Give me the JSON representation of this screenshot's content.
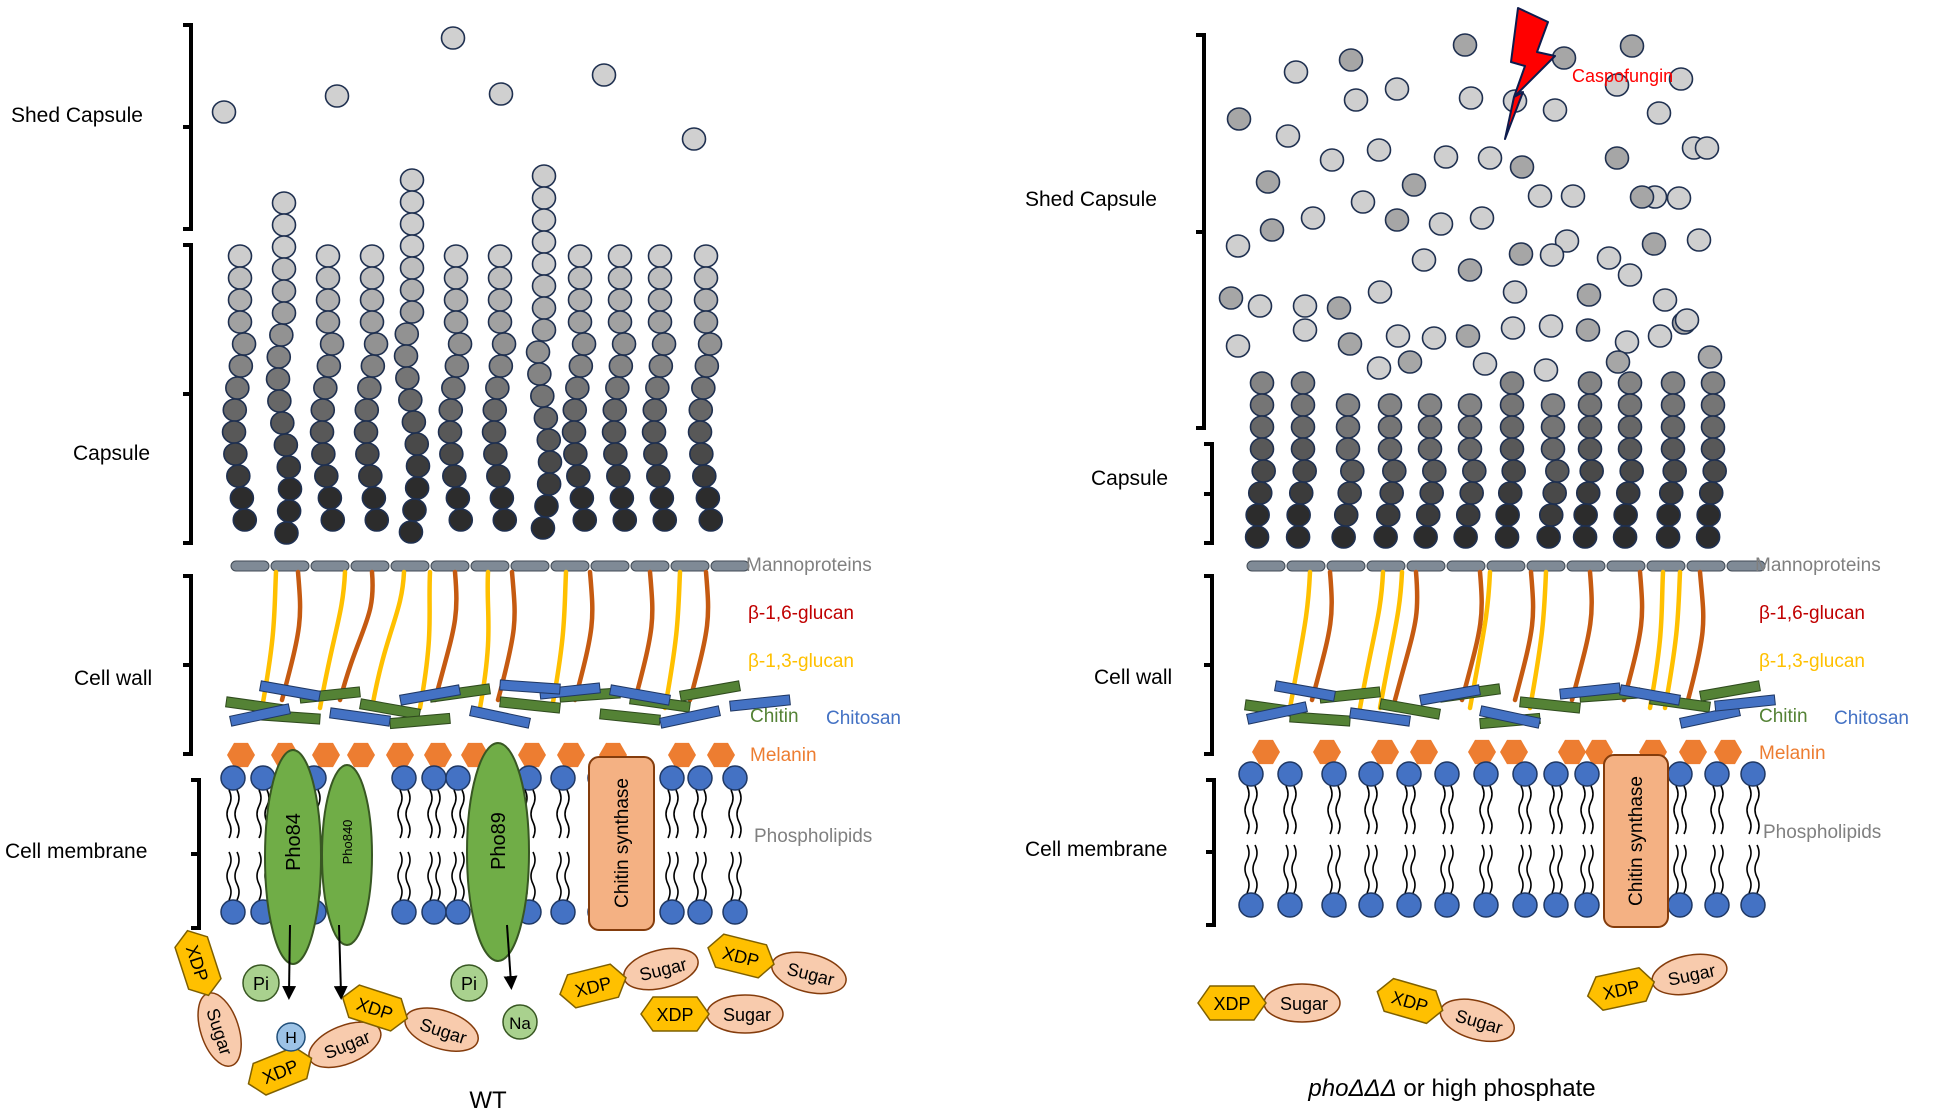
{
  "left_panel": {
    "caption": "WT",
    "layers": {
      "shed_capsule": "Shed Capsule",
      "capsule": "Capsule",
      "cell_wall": "Cell wall",
      "cell_membrane": "Cell membrane"
    },
    "components": {
      "mannoproteins": "Mannoproteins",
      "beta16": "β-1,6-glucan",
      "beta13": "β-1,3-glucan",
      "chitin": "Chitin",
      "chitosan": "Chitosan",
      "melanin": "Melanin",
      "phospholipids": "Phospholipids"
    },
    "transporters": {
      "pho84": "Pho84",
      "pho840": "Pho840",
      "pho89": "Pho89"
    },
    "chitin_synthase": "Chitin synthase",
    "ions": {
      "pi": "Pi",
      "h": "H",
      "na": "Na"
    },
    "xdp": "XDP",
    "sugar": "Sugar"
  },
  "right_panel": {
    "caption_italic": "phoΔΔΔ",
    "caption_rest": " or high phosphate",
    "drug": "Caspofungin",
    "layers": {
      "shed_capsule": "Shed Capsule",
      "capsule": "Capsule",
      "cell_wall": "Cell wall",
      "cell_membrane": "Cell membrane"
    },
    "components": {
      "mannoproteins": "Mannoproteins",
      "beta16": "β-1,6-glucan",
      "beta13": "β-1,3-glucan",
      "chitin": "Chitin",
      "chitosan": "Chitosan",
      "melanin": "Melanin",
      "phospholipids": "Phospholipids"
    },
    "chitin_synthase": "Chitin synthase",
    "xdp": "XDP",
    "sugar": "Sugar"
  },
  "colors": {
    "shed_ball": "#d0d0d0",
    "ball_outline": "#1f3050",
    "capsule_dark": "#333333",
    "mannoprotein": "#7f8a96",
    "beta16": "#c55a11",
    "beta13": "#ffc000",
    "chitin": "#548235",
    "chitosan": "#4472c4",
    "melanin": "#ed7d31",
    "phospholipid_head": "#4472c4",
    "transporter": "#70ad47",
    "synthase": "#f4b183",
    "xdp": "#ffc000",
    "sugar": "#f8cbad",
    "pi_ion": "#a9d18e",
    "h_ion": "#9dc3e6",
    "caspofungin": "#ff0000",
    "label_grey": "#808080",
    "label_beta16": "#c00000",
    "label_beta13": "#ffc000",
    "label_chitin": "#548235",
    "label_chitosan": "#4472c4",
    "label_melanin": "#ed7d31"
  }
}
